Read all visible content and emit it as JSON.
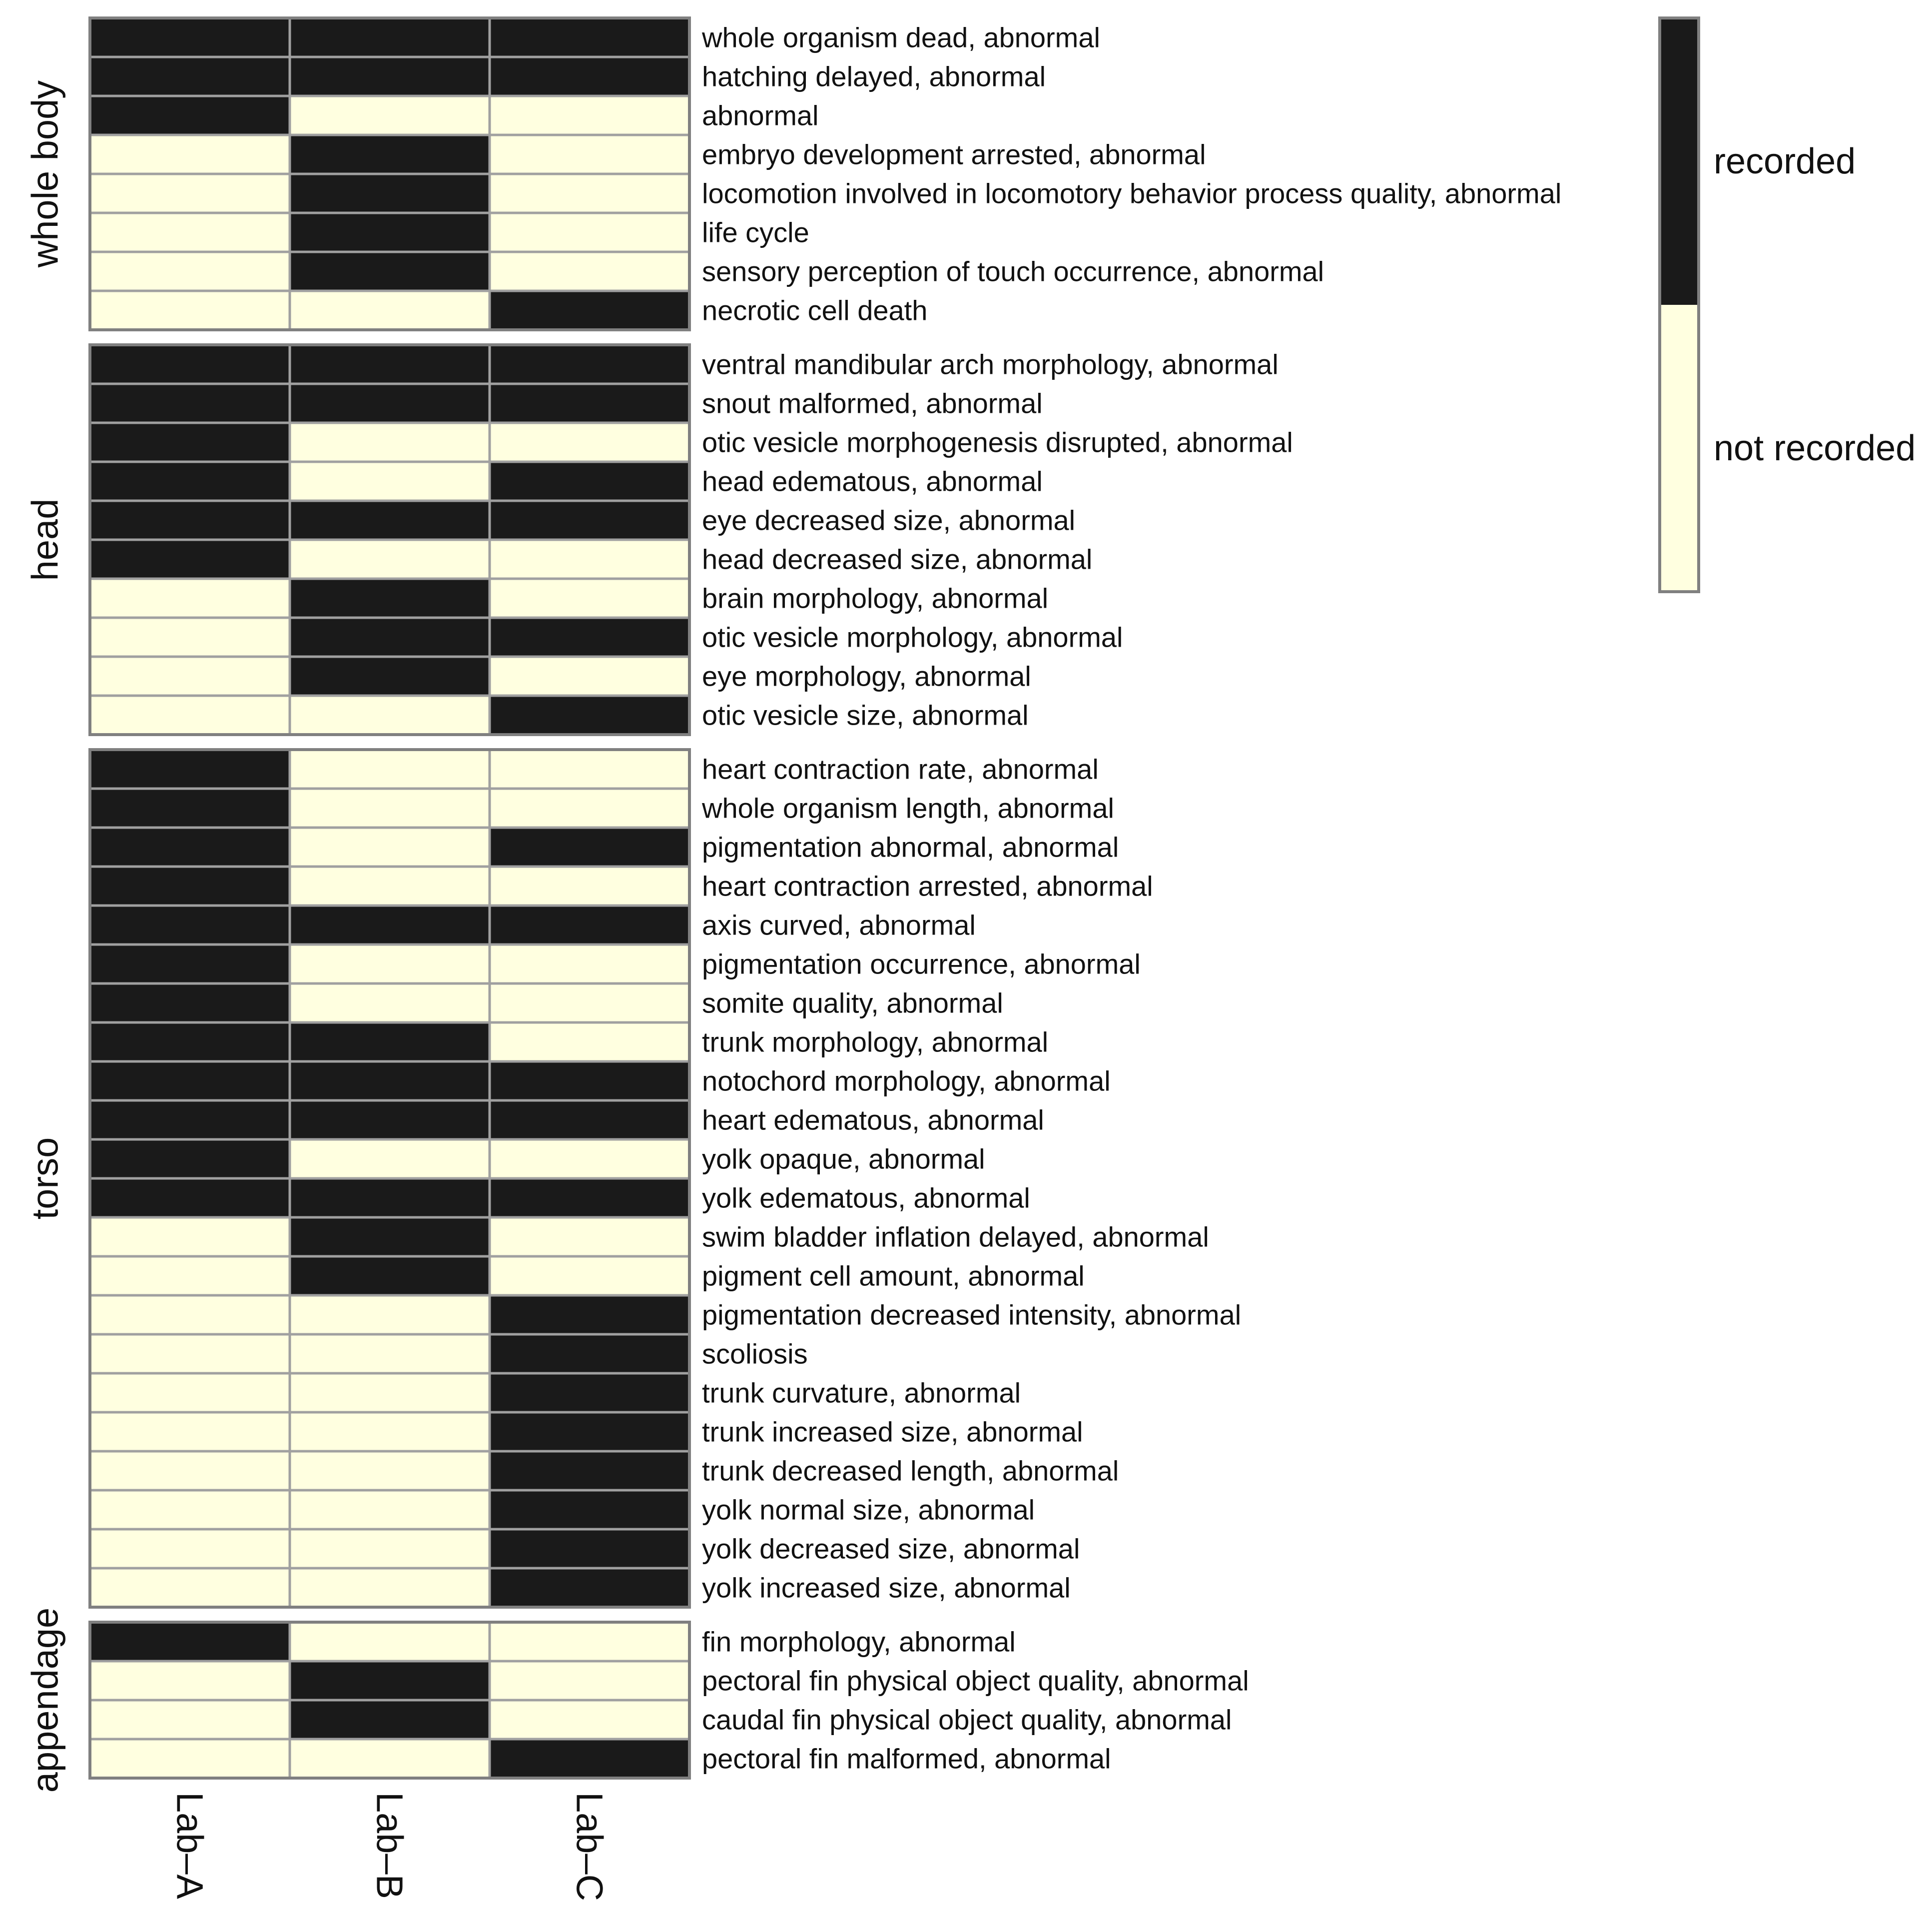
{
  "colors": {
    "recorded": "#1a1a1a",
    "not_recorded": "#ffffe0",
    "grid": "#a0a0a0",
    "border": "#808080",
    "text": "#111111"
  },
  "chart_data": {
    "type": "heatmap",
    "columns": [
      "Lab–A",
      "Lab–B",
      "Lab–C"
    ],
    "legend": {
      "position": "top-right",
      "entries": [
        {
          "label": "recorded",
          "value": 1
        },
        {
          "label": "not recorded",
          "value": 0
        }
      ]
    },
    "groups": [
      {
        "name": "whole body",
        "rows": [
          {
            "label": "whole organism dead, abnormal",
            "values": [
              1,
              1,
              1
            ]
          },
          {
            "label": "hatching delayed, abnormal",
            "values": [
              1,
              1,
              1
            ]
          },
          {
            "label": "abnormal",
            "values": [
              1,
              0,
              0
            ]
          },
          {
            "label": "embryo development arrested, abnormal",
            "values": [
              0,
              1,
              0
            ]
          },
          {
            "label": "locomotion involved in locomotory behavior process quality, abnormal",
            "values": [
              0,
              1,
              0
            ]
          },
          {
            "label": "life cycle",
            "values": [
              0,
              1,
              0
            ]
          },
          {
            "label": "sensory perception of touch occurrence, abnormal",
            "values": [
              0,
              1,
              0
            ]
          },
          {
            "label": "necrotic cell death",
            "values": [
              0,
              0,
              1
            ]
          }
        ]
      },
      {
        "name": "head",
        "rows": [
          {
            "label": "ventral mandibular arch morphology, abnormal",
            "values": [
              1,
              1,
              1
            ]
          },
          {
            "label": "snout malformed, abnormal",
            "values": [
              1,
              1,
              1
            ]
          },
          {
            "label": "otic vesicle morphogenesis disrupted, abnormal",
            "values": [
              1,
              0,
              0
            ]
          },
          {
            "label": "head edematous, abnormal",
            "values": [
              1,
              0,
              1
            ]
          },
          {
            "label": "eye decreased size, abnormal",
            "values": [
              1,
              1,
              1
            ]
          },
          {
            "label": "head decreased size, abnormal",
            "values": [
              1,
              0,
              0
            ]
          },
          {
            "label": "brain morphology, abnormal",
            "values": [
              0,
              1,
              0
            ]
          },
          {
            "label": "otic vesicle morphology, abnormal",
            "values": [
              0,
              1,
              1
            ]
          },
          {
            "label": "eye morphology, abnormal",
            "values": [
              0,
              1,
              0
            ]
          },
          {
            "label": "otic vesicle size, abnormal",
            "values": [
              0,
              0,
              1
            ]
          }
        ]
      },
      {
        "name": "torso",
        "rows": [
          {
            "label": "heart contraction rate, abnormal",
            "values": [
              1,
              0,
              0
            ]
          },
          {
            "label": "whole organism length, abnormal",
            "values": [
              1,
              0,
              0
            ]
          },
          {
            "label": "pigmentation abnormal, abnormal",
            "values": [
              1,
              0,
              1
            ]
          },
          {
            "label": "heart contraction arrested, abnormal",
            "values": [
              1,
              0,
              0
            ]
          },
          {
            "label": "axis curved, abnormal",
            "values": [
              1,
              1,
              1
            ]
          },
          {
            "label": "pigmentation occurrence, abnormal",
            "values": [
              1,
              0,
              0
            ]
          },
          {
            "label": "somite quality, abnormal",
            "values": [
              1,
              0,
              0
            ]
          },
          {
            "label": "trunk morphology, abnormal",
            "values": [
              1,
              1,
              0
            ]
          },
          {
            "label": "notochord morphology, abnormal",
            "values": [
              1,
              1,
              1
            ]
          },
          {
            "label": "heart edematous, abnormal",
            "values": [
              1,
              1,
              1
            ]
          },
          {
            "label": "yolk opaque, abnormal",
            "values": [
              1,
              0,
              0
            ]
          },
          {
            "label": "yolk edematous, abnormal",
            "values": [
              1,
              1,
              1
            ]
          },
          {
            "label": "swim bladder inflation delayed, abnormal",
            "values": [
              0,
              1,
              0
            ]
          },
          {
            "label": "pigment cell amount, abnormal",
            "values": [
              0,
              1,
              0
            ]
          },
          {
            "label": "pigmentation decreased intensity, abnormal",
            "values": [
              0,
              0,
              1
            ]
          },
          {
            "label": "scoliosis",
            "values": [
              0,
              0,
              1
            ]
          },
          {
            "label": "trunk curvature, abnormal",
            "values": [
              0,
              0,
              1
            ]
          },
          {
            "label": "trunk increased size, abnormal",
            "values": [
              0,
              0,
              1
            ]
          },
          {
            "label": "trunk decreased length, abnormal",
            "values": [
              0,
              0,
              1
            ]
          },
          {
            "label": "yolk normal size, abnormal",
            "values": [
              0,
              0,
              1
            ]
          },
          {
            "label": "yolk decreased size, abnormal",
            "values": [
              0,
              0,
              1
            ]
          },
          {
            "label": "yolk increased size, abnormal",
            "values": [
              0,
              0,
              1
            ]
          }
        ]
      },
      {
        "name": "appendage",
        "rows": [
          {
            "label": "fin morphology, abnormal",
            "values": [
              1,
              0,
              0
            ]
          },
          {
            "label": "pectoral fin physical object quality, abnormal",
            "values": [
              0,
              1,
              0
            ]
          },
          {
            "label": "caudal fin physical object quality, abnormal",
            "values": [
              0,
              1,
              0
            ]
          },
          {
            "label": "pectoral fin malformed, abnormal",
            "values": [
              0,
              0,
              1
            ]
          }
        ]
      }
    ]
  }
}
